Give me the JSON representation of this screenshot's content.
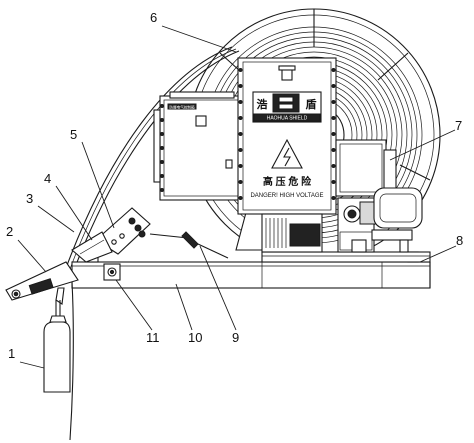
{
  "callouts": [
    {
      "id": "1",
      "label": "1"
    },
    {
      "id": "2",
      "label": "2"
    },
    {
      "id": "3",
      "label": "3"
    },
    {
      "id": "4",
      "label": "4"
    },
    {
      "id": "5",
      "label": "5"
    },
    {
      "id": "6",
      "label": "6"
    },
    {
      "id": "7",
      "label": "7"
    },
    {
      "id": "8",
      "label": "8"
    },
    {
      "id": "9",
      "label": "9"
    },
    {
      "id": "10",
      "label": "10"
    },
    {
      "id": "11",
      "label": "11"
    }
  ],
  "cabinet_plate": {
    "brand_cn": "浩",
    "brand_cn_2": "盾",
    "brand_en": "HAOHUA SHIELD",
    "warning_cn": "高 压 危 险",
    "warning_en": "DANGER!  HIGH VOLTAGE"
  },
  "box_plate": "防爆电气控制箱"
}
